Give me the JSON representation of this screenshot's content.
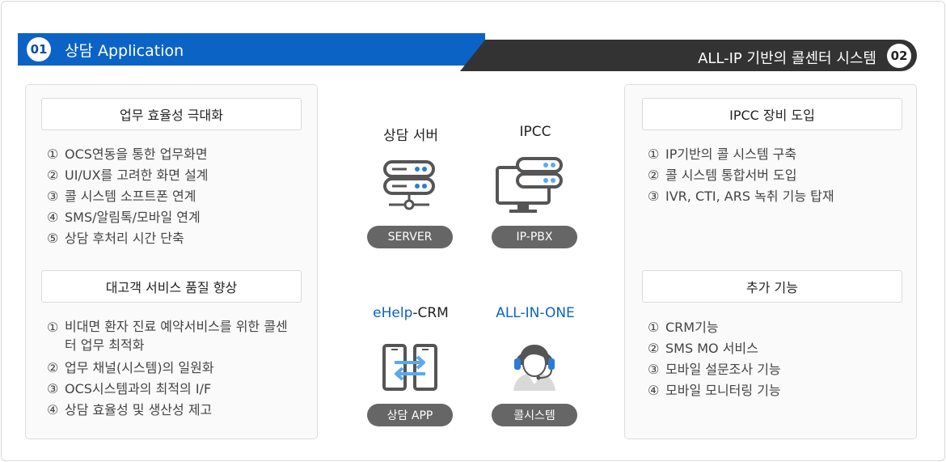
{
  "header": {
    "left_badge": "01",
    "left_title": "상담 Application",
    "right_title": "ALL-IP  기반의 콜센터 시스템",
    "right_badge": "02"
  },
  "left_panel": {
    "sections": [
      {
        "title": "업무 효율성 극대화",
        "items": [
          {
            "num": "①",
            "text": "OCS연동을 통한 업무화면"
          },
          {
            "num": "②",
            "text": "UI/UX를 고려한 화면 설계"
          },
          {
            "num": "③",
            "text": "콜 시스템 소프트폰 연계"
          },
          {
            "num": "④",
            "text": "SMS/알림톡/모바일 연계"
          },
          {
            "num": "⑤",
            "text": "상담 후처리 시간 단축"
          }
        ]
      },
      {
        "title": "대고객 서비스 품질 향상",
        "items": [
          {
            "num": "①",
            "text": "비대면 환자 진료 예약서비스를 위한 콜센터 업무 최적화"
          },
          {
            "num": "②",
            "text": "업무 채널(시스템)의 일원화"
          },
          {
            "num": "③",
            "text": "OCS시스템과의 최적의 I/F"
          },
          {
            "num": "④",
            "text": "상담 효율성 및 생산성 제고"
          }
        ]
      }
    ]
  },
  "center": {
    "tiles": [
      {
        "title": "상담 서버",
        "icon": "server-icon",
        "label": "SERVER"
      },
      {
        "title": "IPCC",
        "icon": "monitor-server-icon",
        "label": "IP-PBX"
      },
      {
        "title_blue": "eHelp",
        "title_dark": "-CRM",
        "icon": "sync-app-icon",
        "label": "상담 APP"
      },
      {
        "title": "ALL-IN-ONE",
        "icon": "headset-agent-icon",
        "label": "콜시스템"
      }
    ]
  },
  "right_panel": {
    "sections": [
      {
        "title": "IPCC 장비 도입",
        "items": [
          {
            "num": "①",
            "text": "IP기반의 콜 시스템 구축"
          },
          {
            "num": "②",
            "text": "콜 시스템 통합서버 도입"
          },
          {
            "num": "③",
            "text": "IVR, CTI, ARS 녹취 기능 탑재"
          }
        ]
      },
      {
        "title": "추가 기능",
        "items": [
          {
            "num": "①",
            "text": "CRM기능"
          },
          {
            "num": "②",
            "text": "SMS MO 서비스"
          },
          {
            "num": "③",
            "text": "모바일 설문조사 기능"
          },
          {
            "num": "④",
            "text": "모바일 모니터링 기능"
          }
        ]
      }
    ]
  },
  "colors": {
    "brand_blue": "#0b63c6",
    "dark_banner": "#333333",
    "pill_gray": "#666666",
    "icon_light_blue": "#5aa9f0"
  }
}
